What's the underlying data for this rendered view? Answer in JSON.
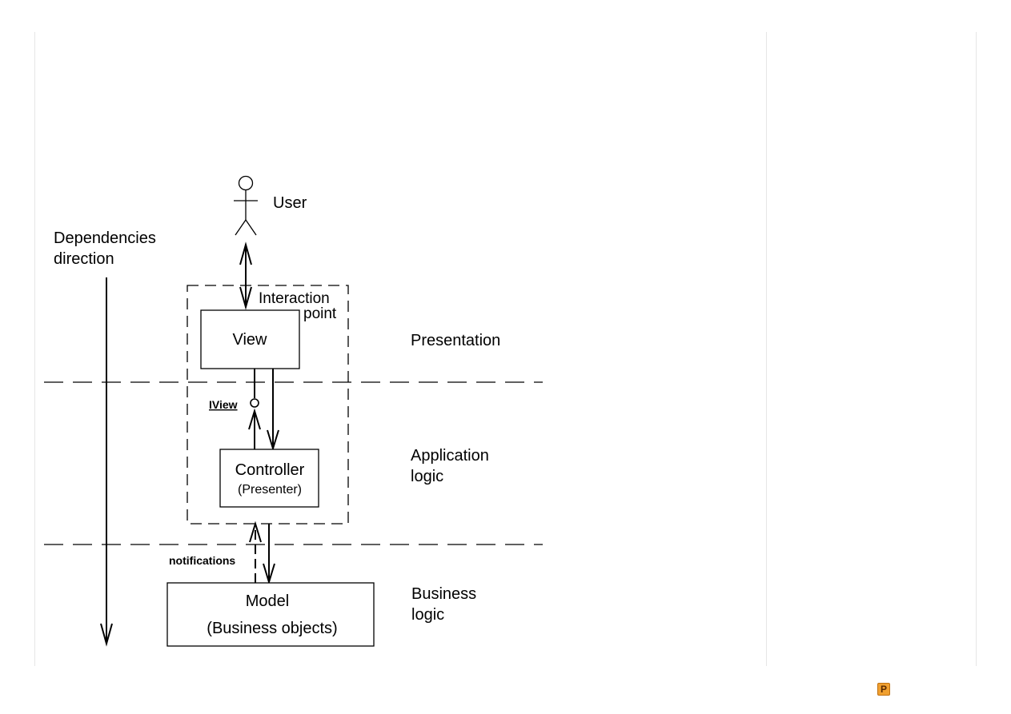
{
  "diagram": {
    "user_label": "User",
    "dependencies_label_line1": "Dependencies",
    "dependencies_label_line2": "direction",
    "interaction_label_line1": "Interaction",
    "interaction_label_line2": "point",
    "view_label": "View",
    "iview_label": "IView",
    "controller_label": "Controller",
    "presenter_label": "(Presenter)",
    "notifications_label": "notifications",
    "model_label": "Model",
    "business_objects_label": "(Business objects)",
    "layers": {
      "presentation": "Presentation",
      "application_line1": "Application",
      "application_line2": "logic",
      "business_line1": "Business",
      "business_line2": "logic"
    }
  },
  "icons": {
    "plugin": "plugin-icon"
  },
  "colors": {
    "line": "#000000",
    "divider": "#e6e6e6",
    "plugin": "#f0a030"
  }
}
